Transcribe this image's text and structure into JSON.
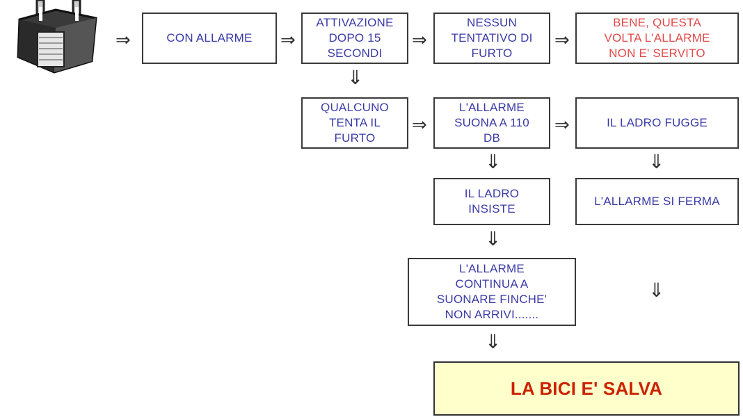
{
  "boxes": {
    "con_allarme": "CON ALLARME",
    "attivazione": "ATTIVAZIONE\nDOPO 15\nSECONDI",
    "nessun_tentativo": "NESSUN\nTENTATIVO DI\nFURTO",
    "bene": "BENE, QUESTA\nVOLTA L'ALLARME\nNON E' SERVITO",
    "qualcuno": "QUALCUNO\nTENTA IL\nFURTO",
    "suona": "L'ALLARME\nSUONA A 110\nDB",
    "fugge": "IL LADRO FUGGE",
    "insiste": "IL LADRO\nINSISTE",
    "si_ferma": "L'ALLARME SI FERMA",
    "continua": "L'ALLARME\nCONTINUA A\nSUONARE FINCHE'\nNON ARRIVI.......",
    "salva": "LA BICI E' SALVA"
  },
  "arrow_right_glyph": "⇒",
  "arrow_down_glyph": "⇓",
  "colors": {
    "box_text": "#3a3aa8",
    "red_text": "#e24a4a",
    "final_bg": "#ffffcc",
    "final_text": "#cc2200"
  }
}
